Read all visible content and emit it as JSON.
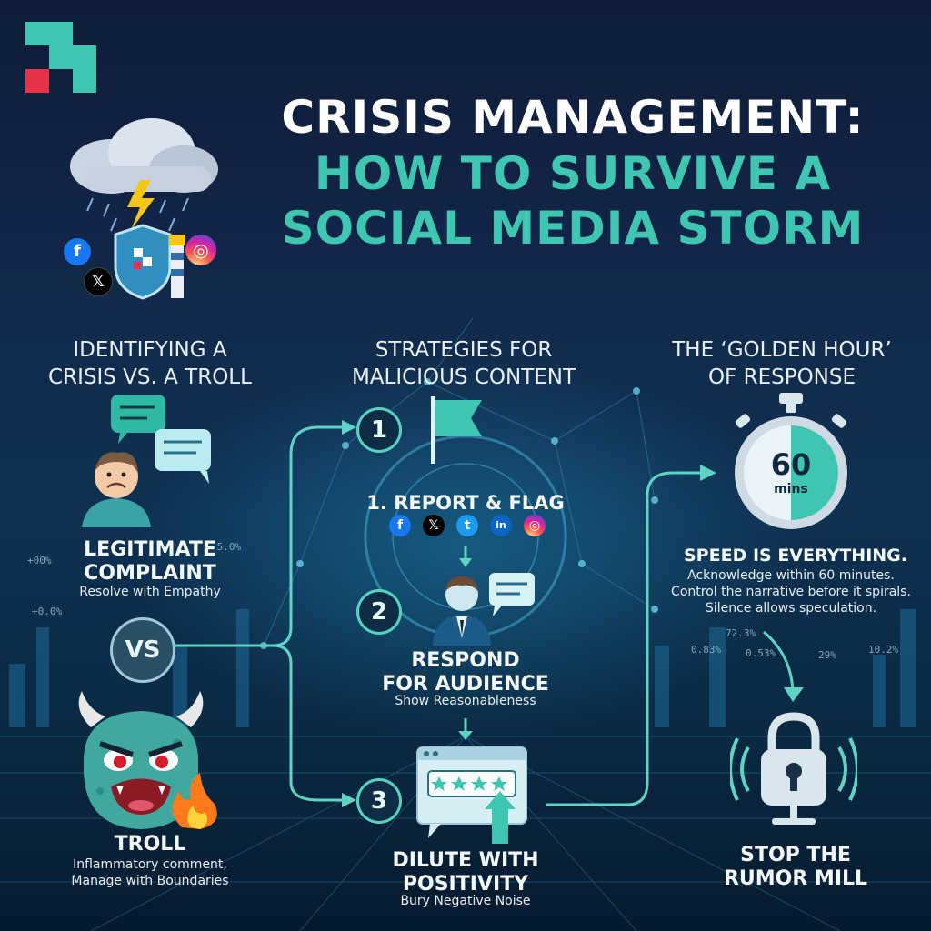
{
  "header": {
    "title_line1": "CRISIS MANAGEMENT:",
    "title_line2": "HOW TO SURVIVE A",
    "title_line3": "SOCIAL MEDIA STORM"
  },
  "columns": {
    "left": {
      "heading_line1": "IDENTIFYING A",
      "heading_line2": "CRISIS VS. A TROLL",
      "complaint_title_line1": "LEGITIMATE",
      "complaint_title_line2": "COMPLAINT",
      "complaint_sub": "Resolve with Empathy",
      "vs_label": "VS",
      "troll_title": "TROLL",
      "troll_sub_line1": "Inflammatory comment,",
      "troll_sub_line2": "Manage with Boundaries"
    },
    "middle": {
      "heading_line1": "STRATEGIES FOR",
      "heading_line2": "MALICIOUS CONTENT",
      "step1_number": "1",
      "step1_title": "1. REPORT & FLAG",
      "step2_number": "2",
      "step2_title_line1": "RESPOND",
      "step2_title_line2": "FOR AUDIENCE",
      "step2_sub": "Show Reasonableness",
      "step3_number": "3",
      "step3_title_line1": "DILUTE WITH",
      "step3_title_line2": "POSITIVITY",
      "step3_sub": "Bury Negative Noise"
    },
    "right": {
      "heading_line1": "THE ‘GOLDEN HOUR’",
      "heading_line2": "OF RESPONSE",
      "timer_value": "60",
      "timer_unit": "mins",
      "speed_title": "SPEED IS EVERYTHING.",
      "speed_line1": "Acknowledge within 60 minutes.",
      "speed_line2": "Control the narrative before it spirals.",
      "speed_line3": "Silence allows speculation.",
      "rumor_title_line1": "STOP THE",
      "rumor_title_line2": "RUMOR MILL"
    }
  },
  "social_icons": [
    "f",
    "𝕏",
    "t",
    "in",
    "◎"
  ],
  "tickers": [
    "-5.0%",
    "+00%",
    "+0.0%",
    "72.3%",
    "0.83%",
    "0.53%",
    "29%",
    "10.2%"
  ],
  "colors": {
    "accent_teal": "#3ec6b0",
    "logo_red": "#e6334a",
    "background_navy": "#0f1f3d"
  }
}
